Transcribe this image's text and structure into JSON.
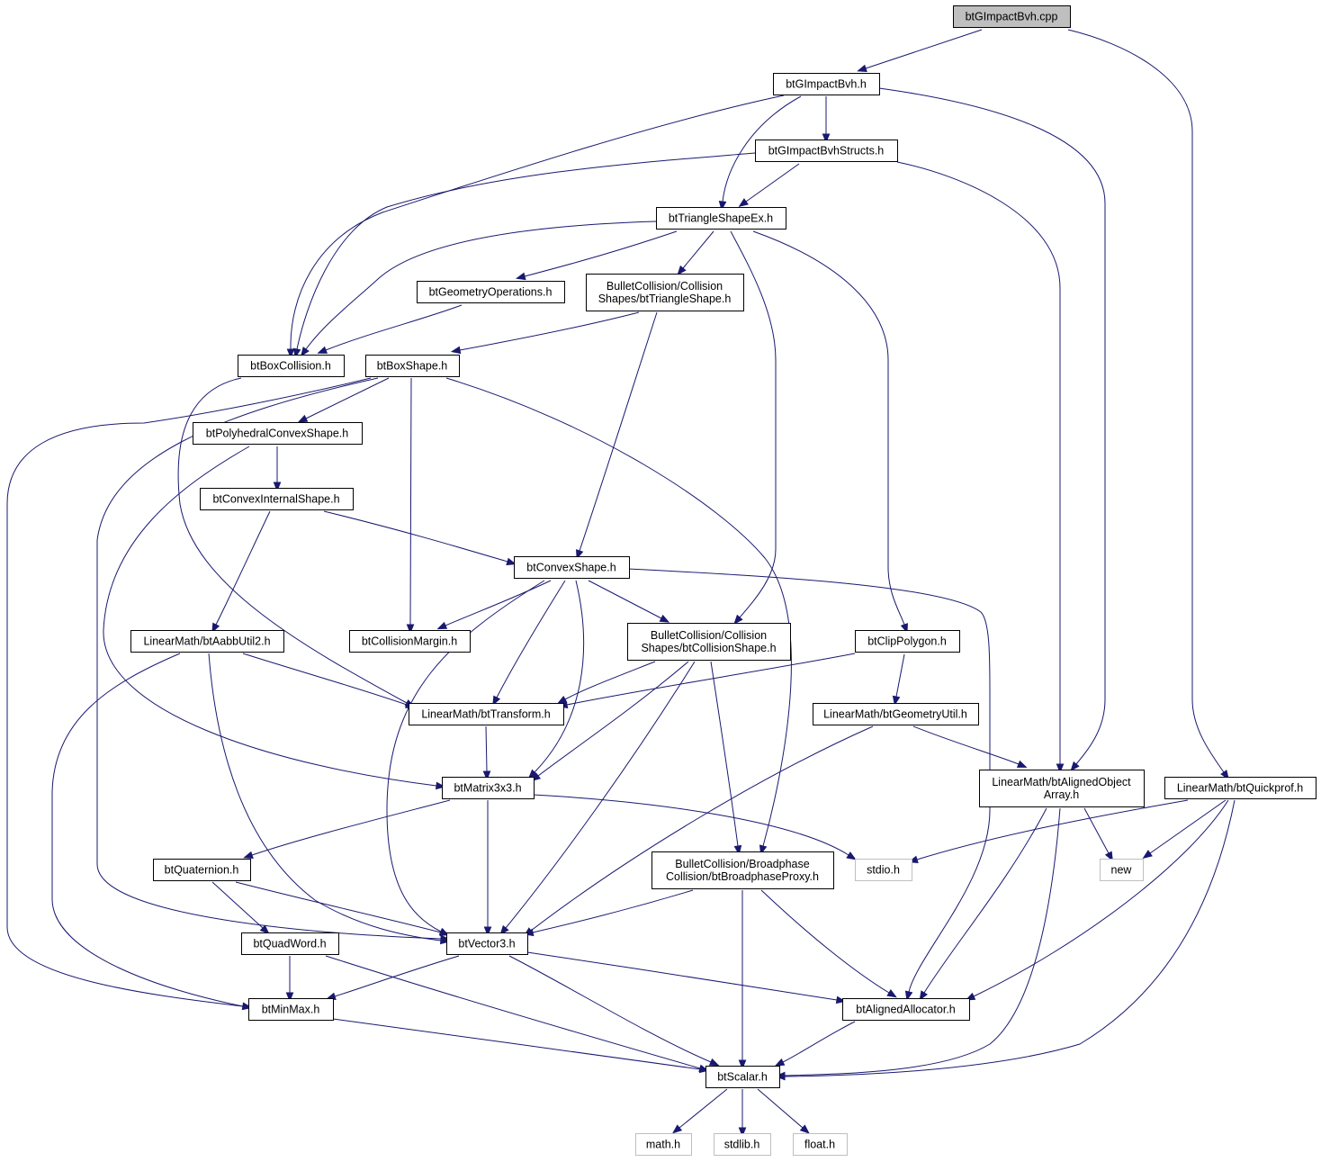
{
  "diagram": {
    "colors": {
      "edge": "#191970",
      "node_border": "#000000",
      "node_fill": "#ffffff",
      "root_fill": "#bfbfbf",
      "external_border": "#bfbfbf",
      "text": "#000000"
    },
    "nodes": [
      {
        "id": "root",
        "lines": [
          "btGImpactBvh.cpp"
        ],
        "kind": "root"
      },
      {
        "id": "gimpactbvh",
        "lines": [
          "btGImpactBvh.h"
        ],
        "kind": "normal"
      },
      {
        "id": "bvhstructs",
        "lines": [
          "btGImpactBvhStructs.h"
        ],
        "kind": "normal"
      },
      {
        "id": "triex",
        "lines": [
          "btTriangleShapeEx.h"
        ],
        "kind": "normal"
      },
      {
        "id": "geomops",
        "lines": [
          "btGeometryOperations.h"
        ],
        "kind": "normal"
      },
      {
        "id": "trishape",
        "lines": [
          "BulletCollision/Collision",
          "Shapes/btTriangleShape.h"
        ],
        "kind": "normal"
      },
      {
        "id": "boxcoll",
        "lines": [
          "btBoxCollision.h"
        ],
        "kind": "normal"
      },
      {
        "id": "boxshape",
        "lines": [
          "btBoxShape.h"
        ],
        "kind": "normal"
      },
      {
        "id": "polyconvex",
        "lines": [
          "btPolyhedralConvexShape.h"
        ],
        "kind": "normal"
      },
      {
        "id": "convexint",
        "lines": [
          "btConvexInternalShape.h"
        ],
        "kind": "normal"
      },
      {
        "id": "convexshape",
        "lines": [
          "btConvexShape.h"
        ],
        "kind": "normal"
      },
      {
        "id": "aabbutil",
        "lines": [
          "LinearMath/btAabbUtil2.h"
        ],
        "kind": "normal"
      },
      {
        "id": "collmargin",
        "lines": [
          "btCollisionMargin.h"
        ],
        "kind": "normal"
      },
      {
        "id": "collshape",
        "lines": [
          "BulletCollision/Collision",
          "Shapes/btCollisionShape.h"
        ],
        "kind": "normal"
      },
      {
        "id": "clippoly",
        "lines": [
          "btClipPolygon.h"
        ],
        "kind": "normal"
      },
      {
        "id": "transform",
        "lines": [
          "LinearMath/btTransform.h"
        ],
        "kind": "normal"
      },
      {
        "id": "geomutil",
        "lines": [
          "LinearMath/btGeometryUtil.h"
        ],
        "kind": "normal"
      },
      {
        "id": "matrix",
        "lines": [
          "btMatrix3x3.h"
        ],
        "kind": "normal"
      },
      {
        "id": "alignedarr",
        "lines": [
          "LinearMath/btAlignedObject",
          "Array.h"
        ],
        "kind": "normal"
      },
      {
        "id": "quickprof",
        "lines": [
          "LinearMath/btQuickprof.h"
        ],
        "kind": "normal"
      },
      {
        "id": "quaternion",
        "lines": [
          "btQuaternion.h"
        ],
        "kind": "normal"
      },
      {
        "id": "bproxy",
        "lines": [
          "BulletCollision/Broadphase",
          "Collision/btBroadphaseProxy.h"
        ],
        "kind": "normal"
      },
      {
        "id": "stdio",
        "lines": [
          "stdio.h"
        ],
        "kind": "external"
      },
      {
        "id": "new",
        "lines": [
          "new"
        ],
        "kind": "external"
      },
      {
        "id": "quadword",
        "lines": [
          "btQuadWord.h"
        ],
        "kind": "normal"
      },
      {
        "id": "vector3",
        "lines": [
          "btVector3.h"
        ],
        "kind": "normal"
      },
      {
        "id": "minmax",
        "lines": [
          "btMinMax.h"
        ],
        "kind": "normal"
      },
      {
        "id": "allocator",
        "lines": [
          "btAlignedAllocator.h"
        ],
        "kind": "normal"
      },
      {
        "id": "scalar",
        "lines": [
          "btScalar.h"
        ],
        "kind": "normal"
      },
      {
        "id": "math",
        "lines": [
          "math.h"
        ],
        "kind": "external"
      },
      {
        "id": "stdlib",
        "lines": [
          "stdlib.h"
        ],
        "kind": "external"
      },
      {
        "id": "float",
        "lines": [
          "float.h"
        ],
        "kind": "external"
      }
    ],
    "edges": [
      {
        "from": "root",
        "to": "gimpactbvh"
      },
      {
        "from": "root",
        "to": "quickprof"
      },
      {
        "from": "gimpactbvh",
        "to": "bvhstructs"
      },
      {
        "from": "gimpactbvh",
        "to": "triex"
      },
      {
        "from": "gimpactbvh",
        "to": "boxcoll"
      },
      {
        "from": "gimpactbvh",
        "to": "alignedarr"
      },
      {
        "from": "bvhstructs",
        "to": "triex"
      },
      {
        "from": "bvhstructs",
        "to": "boxcoll"
      },
      {
        "from": "bvhstructs",
        "to": "alignedarr"
      },
      {
        "from": "triex",
        "to": "geomops"
      },
      {
        "from": "triex",
        "to": "trishape"
      },
      {
        "from": "triex",
        "to": "boxcoll"
      },
      {
        "from": "triex",
        "to": "collshape"
      },
      {
        "from": "triex",
        "to": "clippoly"
      },
      {
        "from": "geomops",
        "to": "boxcoll"
      },
      {
        "from": "trishape",
        "to": "boxshape"
      },
      {
        "from": "trishape",
        "to": "convexshape"
      },
      {
        "from": "boxcoll",
        "to": "transform"
      },
      {
        "from": "boxshape",
        "to": "polyconvex"
      },
      {
        "from": "boxshape",
        "to": "collmargin"
      },
      {
        "from": "boxshape",
        "to": "bproxy"
      },
      {
        "from": "boxshape",
        "to": "vector3"
      },
      {
        "from": "boxshape",
        "to": "minmax"
      },
      {
        "from": "polyconvex",
        "to": "convexint"
      },
      {
        "from": "polyconvex",
        "to": "matrix"
      },
      {
        "from": "convexint",
        "to": "convexshape"
      },
      {
        "from": "convexint",
        "to": "aabbutil"
      },
      {
        "from": "convexshape",
        "to": "collshape"
      },
      {
        "from": "convexshape",
        "to": "collmargin"
      },
      {
        "from": "convexshape",
        "to": "transform"
      },
      {
        "from": "convexshape",
        "to": "matrix"
      },
      {
        "from": "convexshape",
        "to": "vector3"
      },
      {
        "from": "convexshape",
        "to": "allocator"
      },
      {
        "from": "aabbutil",
        "to": "transform"
      },
      {
        "from": "aabbutil",
        "to": "vector3"
      },
      {
        "from": "aabbutil",
        "to": "minmax"
      },
      {
        "from": "collshape",
        "to": "transform"
      },
      {
        "from": "collshape",
        "to": "matrix"
      },
      {
        "from": "collshape",
        "to": "vector3"
      },
      {
        "from": "collshape",
        "to": "bproxy"
      },
      {
        "from": "clippoly",
        "to": "transform"
      },
      {
        "from": "clippoly",
        "to": "geomutil"
      },
      {
        "from": "transform",
        "to": "matrix"
      },
      {
        "from": "geomutil",
        "to": "vector3"
      },
      {
        "from": "geomutil",
        "to": "alignedarr"
      },
      {
        "from": "matrix",
        "to": "quaternion"
      },
      {
        "from": "matrix",
        "to": "vector3"
      },
      {
        "from": "matrix",
        "to": "stdio"
      },
      {
        "from": "alignedarr",
        "to": "allocator"
      },
      {
        "from": "alignedarr",
        "to": "new"
      },
      {
        "from": "alignedarr",
        "to": "scalar"
      },
      {
        "from": "quickprof",
        "to": "stdio"
      },
      {
        "from": "quickprof",
        "to": "new"
      },
      {
        "from": "quickprof",
        "to": "allocator"
      },
      {
        "from": "quickprof",
        "to": "scalar"
      },
      {
        "from": "quaternion",
        "to": "quadword"
      },
      {
        "from": "quaternion",
        "to": "vector3"
      },
      {
        "from": "bproxy",
        "to": "vector3"
      },
      {
        "from": "bproxy",
        "to": "allocator"
      },
      {
        "from": "bproxy",
        "to": "scalar"
      },
      {
        "from": "quadword",
        "to": "minmax"
      },
      {
        "from": "quadword",
        "to": "scalar"
      },
      {
        "from": "vector3",
        "to": "minmax"
      },
      {
        "from": "vector3",
        "to": "allocator"
      },
      {
        "from": "vector3",
        "to": "scalar"
      },
      {
        "from": "minmax",
        "to": "scalar"
      },
      {
        "from": "allocator",
        "to": "scalar"
      },
      {
        "from": "scalar",
        "to": "math"
      },
      {
        "from": "scalar",
        "to": "stdlib"
      },
      {
        "from": "scalar",
        "to": "float"
      }
    ]
  }
}
